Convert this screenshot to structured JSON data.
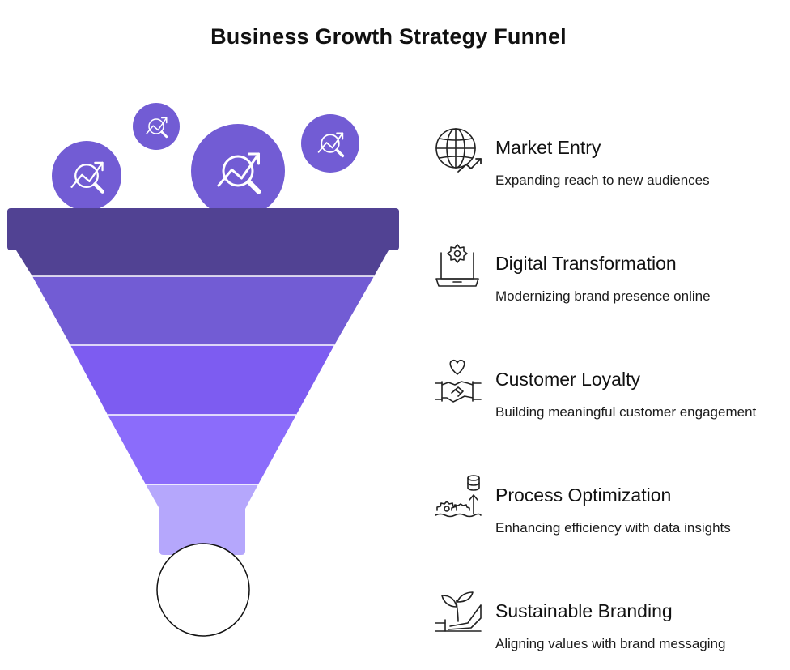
{
  "title": "Business Growth Strategy Funnel",
  "colors": {
    "rim": "#514293",
    "band_1": "#725cd4",
    "band_2": "#7d5cf1",
    "band_3": "#8b6cfb",
    "spout": "#b5a7fc",
    "bubbles": "#725cd4",
    "line": "#ffffff",
    "icon_stroke": "#222222"
  },
  "bubbles": {
    "icon": "growth-analysis-icon",
    "count": 4
  },
  "stages": [
    {
      "label": "Market Entry",
      "description": "Expanding reach to new audiences",
      "icon": "globe-growth-icon"
    },
    {
      "label": "Digital Transformation",
      "description": "Modernizing brand presence online",
      "icon": "laptop-gear-icon"
    },
    {
      "label": "Customer Loyalty",
      "description": "Building meaningful customer engagement",
      "icon": "handshake-heart-icon"
    },
    {
      "label": "Process Optimization",
      "description": "Enhancing efficiency with data insights",
      "icon": "gears-database-icon"
    },
    {
      "label": "Sustainable Branding",
      "description": "Aligning values with brand messaging",
      "icon": "hand-plant-icon"
    }
  ]
}
